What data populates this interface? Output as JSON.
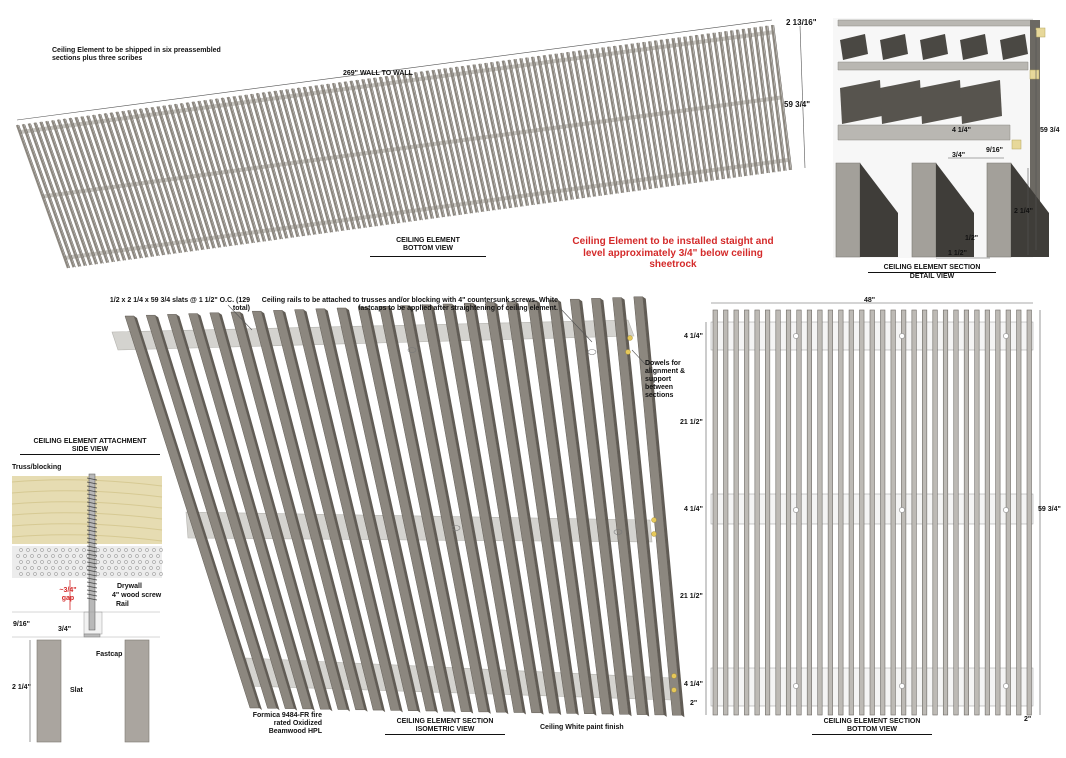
{
  "colors": {
    "slat": "#8c877f",
    "slat_dark": "#615c55",
    "rail": "#c8c6c1",
    "red": "#d42a2a",
    "truss": "#e6dcb2",
    "drywall": "#ececec"
  },
  "bottom_view": {
    "note": "Ceiling Element to be shipped in six preassembled sections plus three scribes",
    "length": "269\" WALL TO WALL",
    "width": "59 3/4\"",
    "edge": "2 13/16\"",
    "title": "CEILING ELEMENT",
    "subtitle": "BOTTOM VIEW"
  },
  "install_note": "Ceiling Element to be installed staight and level approximately 3/4\" below ceiling sheetrock",
  "detail_view": {
    "rail_height": "4 1/4\"",
    "gap": "3/4\"",
    "rail_thickness": "9/16\"",
    "slat_height": "2 1/4\"",
    "slat_width": "1/2\"",
    "spacing": "1 1/2\"",
    "length": "59 3/4",
    "title": "CEILING ELEMENT SECTION",
    "subtitle": "DETAIL VIEW"
  },
  "iso_view": {
    "slats_note": "1/2 x 2 1/4 x 59 3/4 slats @ 1 1/2\" O.C. (129 total)",
    "rails_note": "Ceiling rails to be attached to trusses and/or blocking with 4\" countersunk screws. White fastcaps to be applied after straightening of ceiling element.",
    "dowels_note": "Dowels for alignment & support between sections",
    "material_note": "Formica 9484-FR fire rated Oxidized Beamwood HPL",
    "paint_note": "Ceiling White paint finish",
    "title": "CEILING ELEMENT SECTION",
    "subtitle": "ISOMETRIC VIEW"
  },
  "side_view": {
    "title": "CEILING ELEMENT ATTACHMENT",
    "subtitle": "SIDE VIEW",
    "truss": "Truss/blocking",
    "drywall": "Drywall",
    "screw": "4\" wood screw",
    "rail": "Rail",
    "gap": "~3/4\" gap",
    "rail_thk": "9/16\"",
    "gap_dim": "3/4\"",
    "fastcap": "Fastcap",
    "slat_h": "2 1/4\"",
    "slat": "Slat"
  },
  "section_bottom": {
    "width": "48\"",
    "rail_top": "4 1/4\"",
    "span_1": "21 1/2\"",
    "rail_mid": "4 1/4\"",
    "span_2": "21 1/2\"",
    "rail_bot": "4 1/4\"",
    "end": "2\"",
    "end_right": "2\"",
    "length": "59 3/4\"",
    "title": "CEILING ELEMENT SECTION",
    "subtitle": "BOTTOM VIEW"
  }
}
